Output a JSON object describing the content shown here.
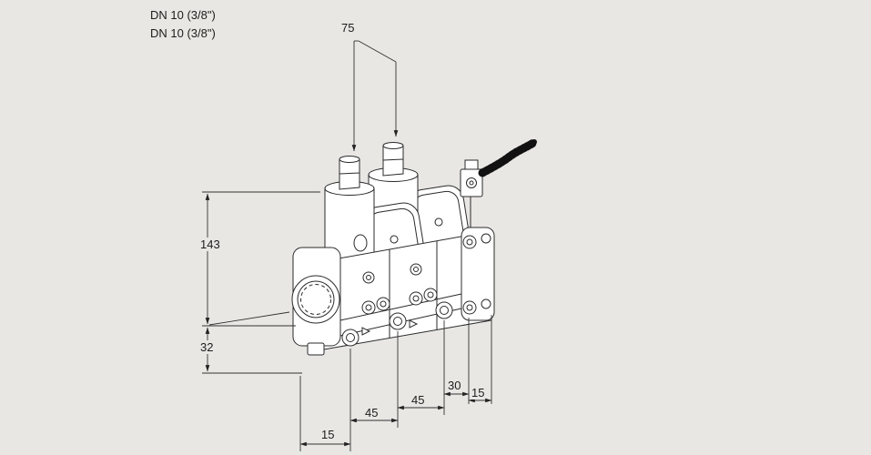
{
  "page": {
    "background": "#e8e7e4"
  },
  "drawing": {
    "line_color": "#2b2b2b",
    "labels": {
      "dn_line1": "DN 10 (3/8\")",
      "dn_line2": "DN 10 (3/8\")"
    },
    "dimensions": {
      "top_width": "75",
      "body_height": "143",
      "port_offset": "32",
      "bottom_left": "15",
      "span_left": "45",
      "span_right": "45",
      "span_30": "30",
      "bottom_right": "15"
    }
  }
}
